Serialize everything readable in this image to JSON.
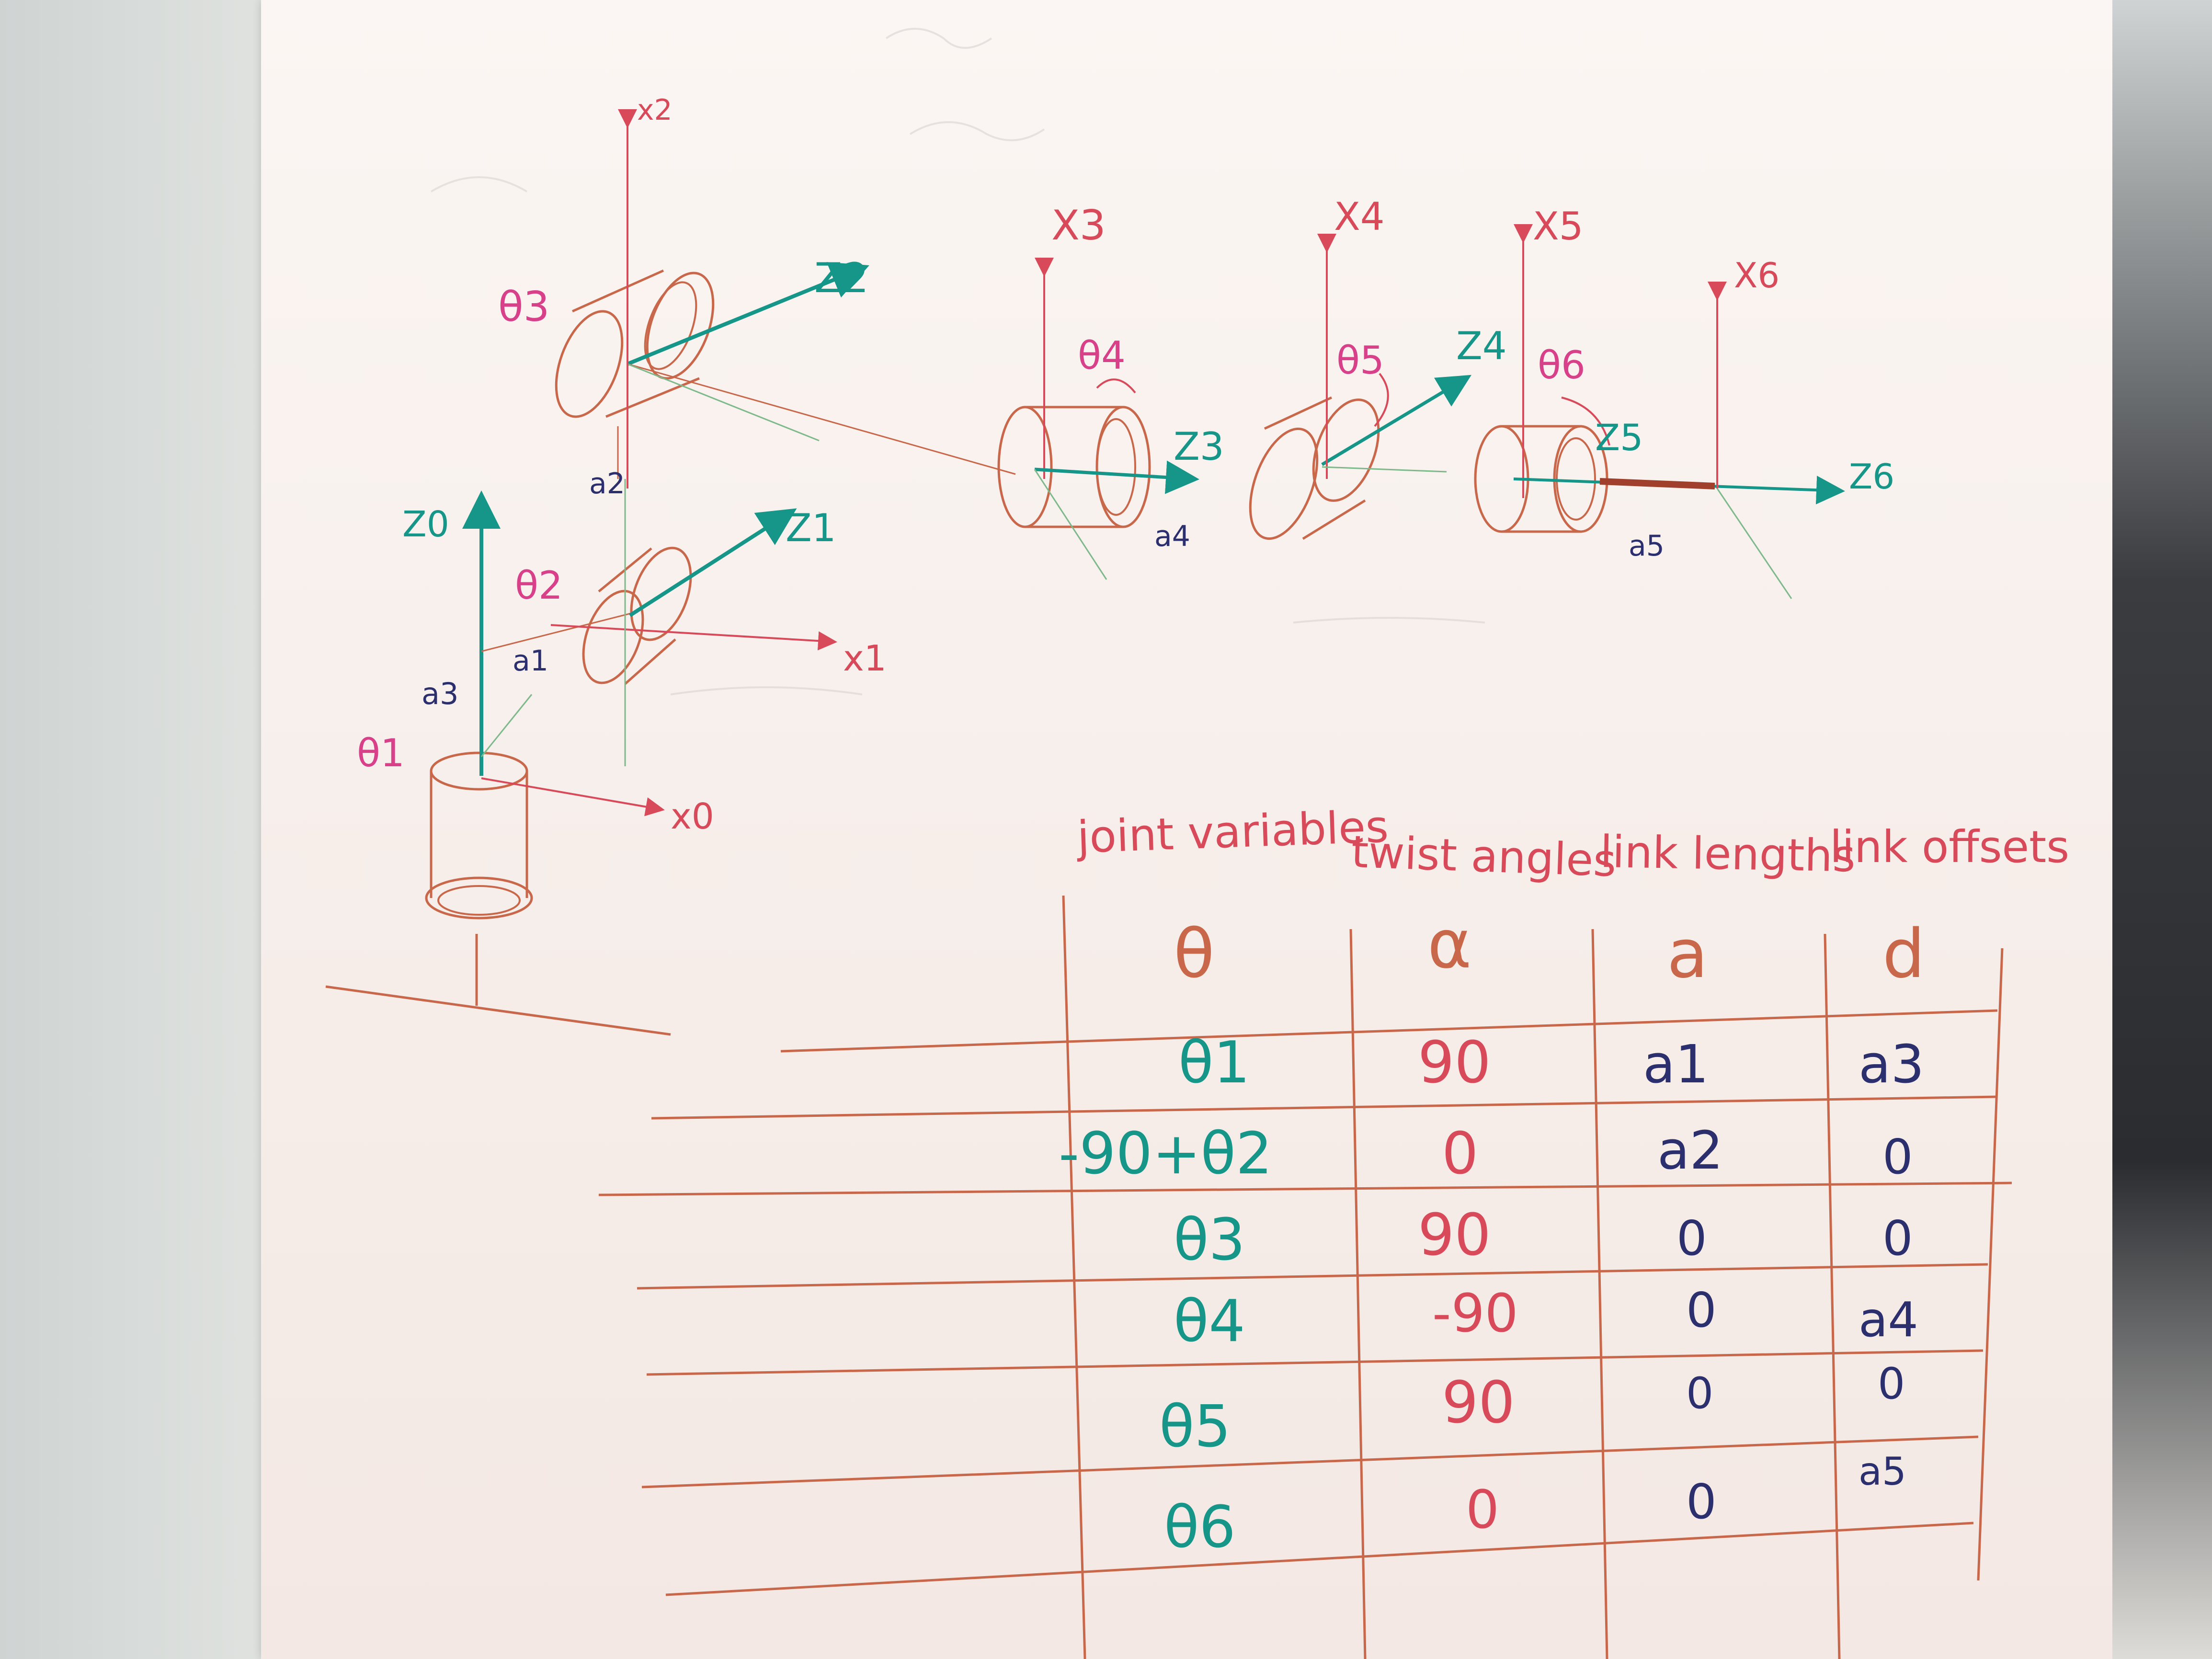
{
  "colors": {
    "red": "#d84a5a",
    "orange": "#c9674a",
    "teal": "#159688",
    "navy": "#2c2f6e",
    "pink": "#d8408a",
    "faint": "#c8c6c4"
  },
  "diagram": {
    "base_axes": {
      "z": "Z0",
      "x": "x0",
      "theta": "θ1"
    },
    "joint1": {
      "z": "Z1",
      "x": "x1",
      "theta": "θ2",
      "link": "a1"
    },
    "joint2": {
      "z": "Z2",
      "theta": "θ3",
      "link": "a2",
      "x": "x2"
    },
    "joint3": {
      "z": "Z3",
      "x": "X3",
      "theta": "θ4",
      "link": "a4"
    },
    "joint4": {
      "z": "Z4",
      "x": "X4",
      "theta": "θ5"
    },
    "joint5": {
      "z": "Z5",
      "x": "X5",
      "theta": "θ6",
      "link": "a5"
    },
    "joint6": {
      "z": "Z6",
      "x": "X6"
    },
    "base_offset": "a3"
  },
  "table": {
    "headers": [
      "joint variables",
      "twist angles",
      "link lengths",
      "link offsets"
    ],
    "symbols": [
      "θ",
      "α",
      "a",
      "d"
    ],
    "rows": [
      [
        "θ1",
        "90",
        "a1",
        "a3"
      ],
      [
        "-90+θ2",
        "0",
        "a2",
        "0"
      ],
      [
        "θ3",
        "90",
        "0",
        "0"
      ],
      [
        "θ4",
        "-90",
        "0",
        "a4"
      ],
      [
        "θ5",
        "90",
        "0",
        "0"
      ],
      [
        "θ6",
        "0",
        "0",
        "a5"
      ]
    ]
  }
}
